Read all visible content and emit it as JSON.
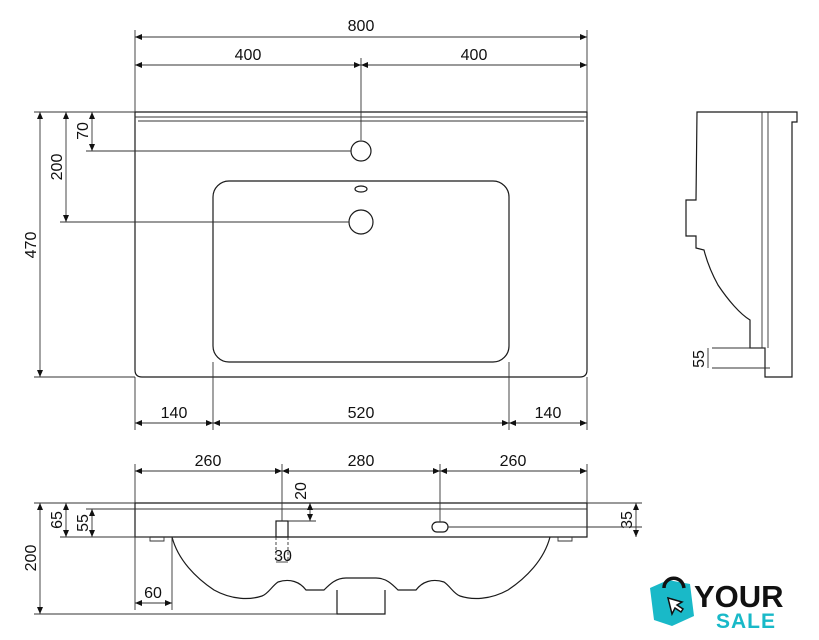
{
  "top_view": {
    "overall_width": "800",
    "half_left": "400",
    "half_right": "400",
    "tap_from_back": "70",
    "drain_from_back": "200",
    "depth": "470",
    "bowl_margin_left": "140",
    "bowl_width": "520",
    "bowl_margin_right": "140"
  },
  "front_view": {
    "left_span": "260",
    "middle_span": "280",
    "right_span": "260",
    "slot_height": "20",
    "slot_width": "30",
    "overall_height": "200",
    "left_inset": "60",
    "rim_65": "65",
    "rim_55": "55",
    "hole_height": "35"
  },
  "side_view": {
    "base_height": "55"
  },
  "logo": {
    "word1": "YOUR",
    "word2": "SALE",
    "colors": {
      "teal": "#19b9c8",
      "dark": "#111111"
    }
  }
}
